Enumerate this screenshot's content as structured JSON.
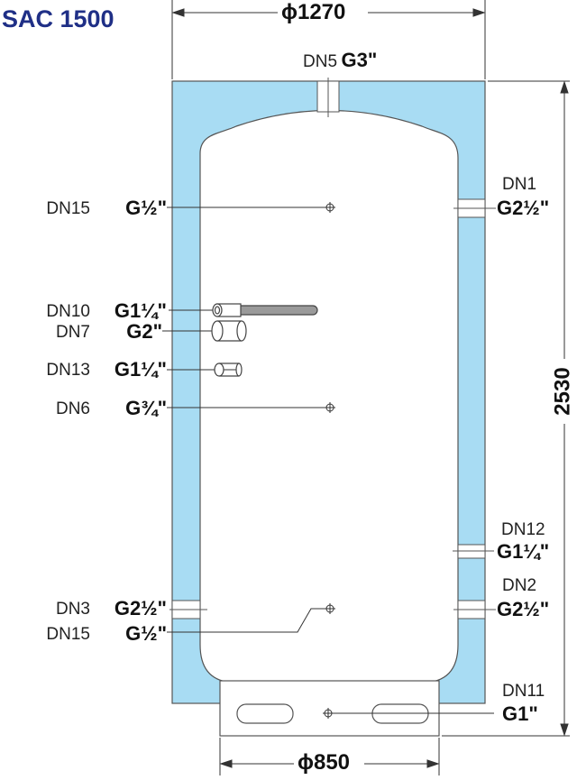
{
  "title": "SAC 1500",
  "dimensions": {
    "top_diameter": "ϕ1270",
    "height": "2530",
    "bottom_diameter": "ϕ850"
  },
  "connections": [
    {
      "id": "dn5",
      "dn": "DN5",
      "size": "G3\""
    },
    {
      "id": "dn15a",
      "dn": "DN15",
      "size": "G½\""
    },
    {
      "id": "dn1",
      "dn": "DN1",
      "size": "G2½\""
    },
    {
      "id": "dn7",
      "dn": "DN7",
      "size": "G2\""
    },
    {
      "id": "dn13",
      "dn": "DN13",
      "size": "G1¼\""
    },
    {
      "id": "dn6",
      "dn": "DN6",
      "size": "G¾\""
    },
    {
      "id": "dn10",
      "dn": "DN10",
      "size": "G1¼\""
    },
    {
      "id": "dn12",
      "dn": "DN12",
      "size": "G1¼\""
    },
    {
      "id": "dn3",
      "dn": "DN3",
      "size": "G2½\""
    },
    {
      "id": "dn2",
      "dn": "DN2",
      "size": "G2½\""
    },
    {
      "id": "dn15b",
      "dn": "DN15",
      "size": "G½\""
    },
    {
      "id": "dn11",
      "dn": "DN11",
      "size": "G1\""
    }
  ],
  "colors": {
    "insulation": "#a8dcf3",
    "outline": "#555555",
    "title": "#1f2f86",
    "rod": "#9a9a9a"
  }
}
